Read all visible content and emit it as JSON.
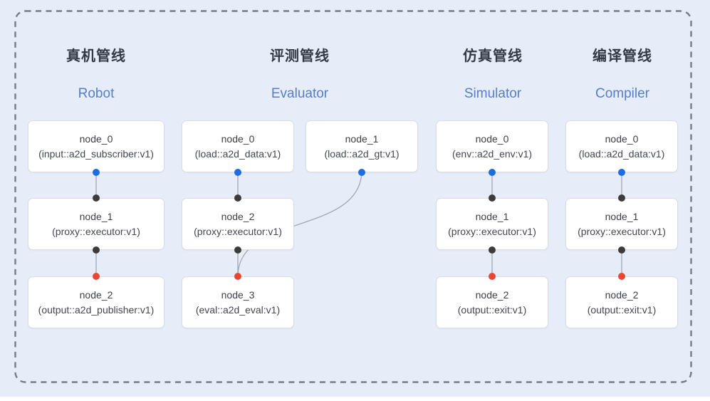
{
  "diagram": {
    "colors": {
      "background": "#e6ecf8",
      "dashed_border": "#777c86",
      "node_background": "#ffffff",
      "node_border": "#d9dde4",
      "edge": "#a0a8b5",
      "output_port": "#1c6ce2",
      "input_port": "#3c3c3c",
      "target_input_port": "#e94634",
      "title_en": "#567ec9",
      "title_zh": "#333a45"
    },
    "pipelines": [
      {
        "id": "robot",
        "title_zh": "真机管线",
        "title_en": "Robot",
        "nodes": [
          {
            "name": "node_0",
            "type": "(input::a2d_subscriber:v1)"
          },
          {
            "name": "node_1",
            "type": "(proxy::executor:v1)"
          },
          {
            "name": "node_2",
            "type": "(output::a2d_publisher:v1)"
          }
        ]
      },
      {
        "id": "evaluator",
        "title_zh": "评测管线",
        "title_en": "Evaluator",
        "nodes": [
          {
            "name": "node_0",
            "type": "(load::a2d_data:v1)"
          },
          {
            "name": "node_1",
            "type": "(load::a2d_gt:v1)"
          },
          {
            "name": "node_2",
            "type": "(proxy::executor:v1)"
          },
          {
            "name": "node_3",
            "type": "(eval::a2d_eval:v1)"
          }
        ]
      },
      {
        "id": "simulator",
        "title_zh": "仿真管线",
        "title_en": "Simulator",
        "nodes": [
          {
            "name": "node_0",
            "type": "(env::a2d_env:v1)"
          },
          {
            "name": "node_1",
            "type": "(proxy::executor:v1)"
          },
          {
            "name": "node_2",
            "type": "(output::exit:v1)"
          }
        ]
      },
      {
        "id": "compiler",
        "title_zh": "编译管线",
        "title_en": "Compiler",
        "nodes": [
          {
            "name": "node_0",
            "type": "(load::a2d_data:v1)"
          },
          {
            "name": "node_1",
            "type": "(proxy::executor:v1)"
          },
          {
            "name": "node_2",
            "type": "(output::exit:v1)"
          }
        ]
      }
    ]
  }
}
